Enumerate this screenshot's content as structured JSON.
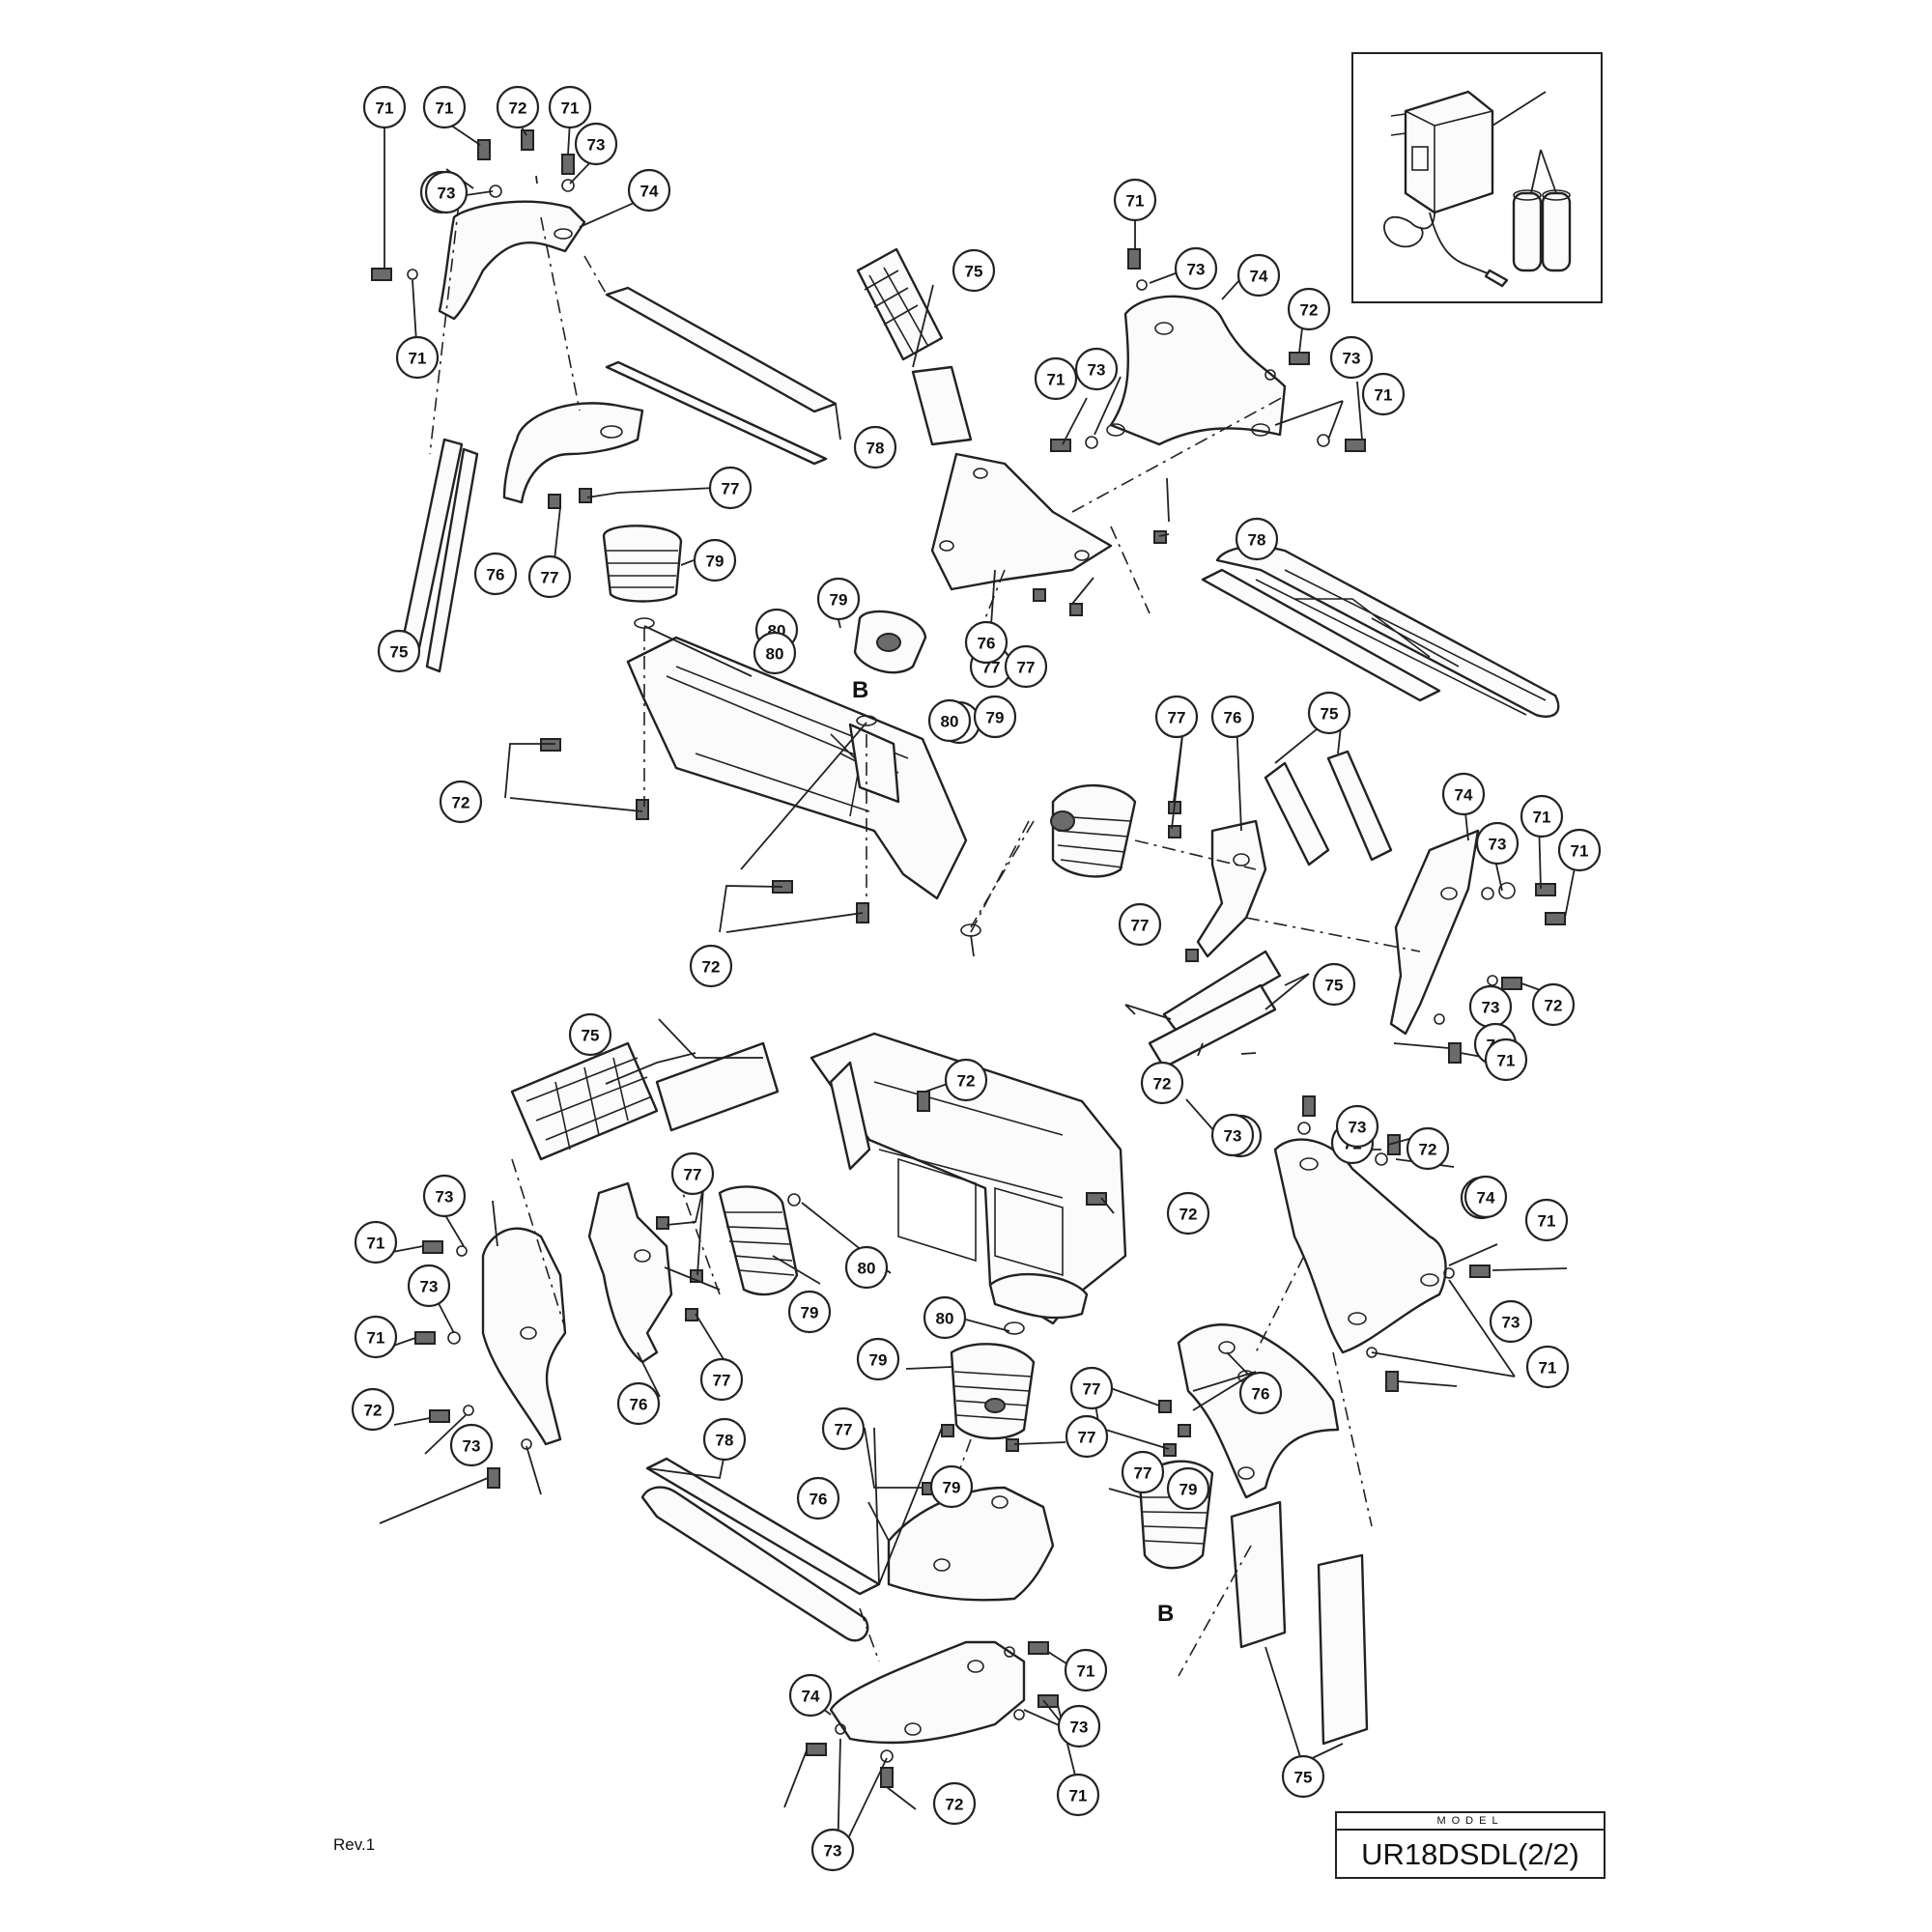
{
  "model": {
    "caption": "MODEL",
    "name": "UR18DSDL(2/2)"
  },
  "revision": "Rev.1",
  "section_marks": [
    "B",
    "B"
  ],
  "callouts": [
    "71",
    "71",
    "72",
    "71",
    "73",
    "73",
    "74",
    "71",
    "73",
    "75",
    "71",
    "73",
    "74",
    "72",
    "71",
    "73",
    "73",
    "71",
    "78",
    "77",
    "76",
    "77",
    "79",
    "75",
    "79",
    "80",
    "80",
    "80",
    "72",
    "72",
    "80",
    "77",
    "78",
    "76",
    "77",
    "79",
    "77",
    "76",
    "75",
    "74",
    "71",
    "71",
    "73",
    "77",
    "75",
    "73",
    "72",
    "73",
    "71",
    "75",
    "72",
    "71",
    "73",
    "72",
    "73",
    "74",
    "72",
    "71",
    "73",
    "74",
    "77",
    "80",
    "79",
    "71",
    "73",
    "73",
    "71",
    "72",
    "73",
    "76",
    "77",
    "80",
    "79",
    "77",
    "77",
    "76",
    "73",
    "78",
    "71",
    "72",
    "77",
    "77",
    "79",
    "76",
    "79",
    "71",
    "74",
    "73",
    "71",
    "72",
    "73",
    "75"
  ],
  "icons": [
    "ac-adapter-icon",
    "battery-pair-icon"
  ]
}
